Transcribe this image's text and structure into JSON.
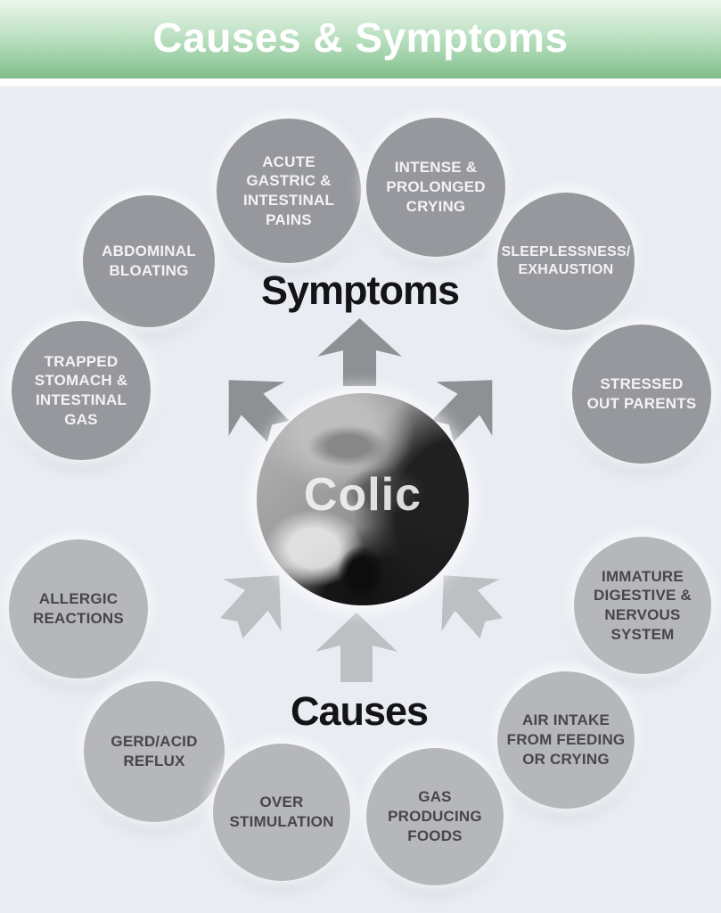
{
  "banner": {
    "title": "Causes & Symptoms"
  },
  "center": {
    "label": "Colic",
    "photo_description": "grayscale photo of mother kissing crying baby"
  },
  "symptoms": {
    "heading": "Symptoms",
    "items": [
      {
        "id": "abdominal-bloating",
        "label": "ABDOMINAL\nBLOATING"
      },
      {
        "id": "acute-gastric-intestinal-pains",
        "label": "ACUTE\nGASTRIC &\nINTESTINAL\nPAINS"
      },
      {
        "id": "intense-prolonged-crying",
        "label": "INTENSE &\nPROLONGED\nCRYING"
      },
      {
        "id": "sleeplessness-exhaustion",
        "label": "SLEEPLESSNESS/\nEXHAUSTION"
      },
      {
        "id": "stressed-out-parents",
        "label": "STRESSED\nOUT PARENTS"
      },
      {
        "id": "trapped-stomach-intestinal-gas",
        "label": "TRAPPED\nSTOMACH &\nINTESTINAL\nGAS"
      }
    ]
  },
  "causes": {
    "heading": "Causes",
    "items": [
      {
        "id": "allergic-reactions",
        "label": "ALLERGIC\nREACTIONS"
      },
      {
        "id": "gerd-acid-reflux",
        "label": "GERD/ACID\nREFLUX"
      },
      {
        "id": "over-stimulation",
        "label": "OVER\nSTIMULATION"
      },
      {
        "id": "gas-producing-foods",
        "label": "GAS\nPRODUCING\nFOODS"
      },
      {
        "id": "air-intake-from-feeding-or-crying",
        "label": "AIR INTAKE\nFROM FEEDING\nOR CRYING"
      },
      {
        "id": "immature-digestive-nervous-system",
        "label": "IMMATURE\nDIGESTIVE &\nNERVOUS\nSYSTEM"
      }
    ]
  },
  "colors": {
    "banner_green_bottom": "#7cb987",
    "banner_green_top": "#eaf6eb",
    "banner_text": "#ffffff",
    "background": "#e9ecf3",
    "symptom_circle": "#96989d",
    "symptom_text": "#f3f3f4",
    "cause_circle": "#b5b7ba",
    "cause_text": "#47474a",
    "symptom_arrow": "#8e9094",
    "cause_arrow": "#bdbfc2",
    "heading_text": "#141416"
  }
}
